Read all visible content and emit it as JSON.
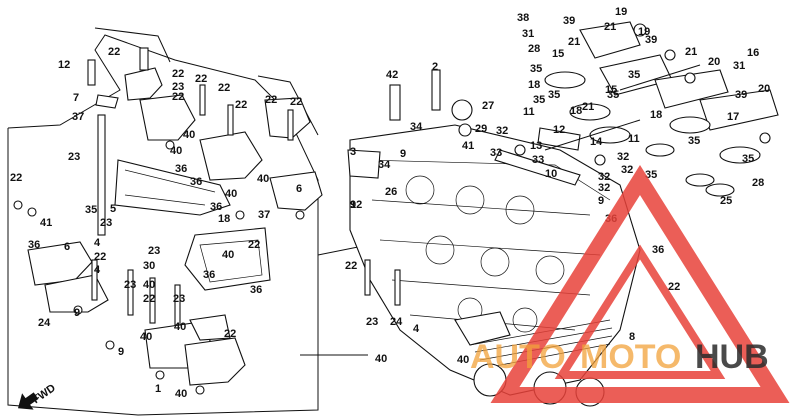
{
  "diagram": {
    "brand": {
      "auto": "AUTO",
      "moto": "MOTO",
      "hub": "HUB"
    },
    "colors": {
      "watermark_red": "#e8423a",
      "watermark_orange": "#f2a23a",
      "watermark_dark": "#2b2b2b",
      "line": "#111111"
    },
    "fwd_label": "FWD",
    "labels": [
      "38",
      "19",
      "39",
      "21",
      "31",
      "19",
      "28",
      "15",
      "39",
      "21",
      "21",
      "12",
      "22",
      "20",
      "31",
      "16",
      "35",
      "35",
      "15",
      "39",
      "20",
      "7",
      "42",
      "22",
      "18",
      "35",
      "2",
      "35",
      "27",
      "37",
      "22",
      "21",
      "22",
      "34",
      "22",
      "18",
      "22",
      "23",
      "18",
      "29",
      "14",
      "40",
      "40",
      "22",
      "22",
      "35",
      "11",
      "32",
      "17",
      "35",
      "35",
      "12",
      "3",
      "34",
      "9",
      "33",
      "33",
      "32",
      "41",
      "11",
      "23",
      "36",
      "9",
      "13",
      "32",
      "28",
      "22",
      "36",
      "10",
      "32",
      "40",
      "40",
      "26",
      "35",
      "6",
      "32",
      "35",
      "36",
      "12",
      "9",
      "25",
      "18",
      "37",
      "23",
      "5",
      "36",
      "41",
      "22",
      "6",
      "4",
      "22",
      "23",
      "36",
      "30",
      "22",
      "40",
      "36",
      "36",
      "36",
      "4",
      "23",
      "22",
      "9",
      "40",
      "22",
      "23",
      "23",
      "24",
      "24",
      "40",
      "40",
      "22",
      "4",
      "40",
      "8",
      "9",
      "40",
      "1",
      "40",
      "40"
    ]
  }
}
